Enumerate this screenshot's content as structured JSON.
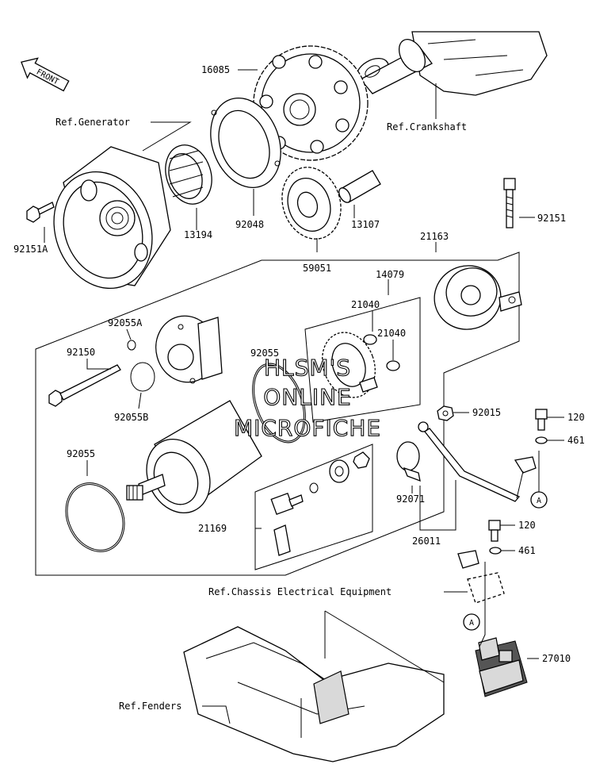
{
  "front_badge": "FRONT",
  "watermark": [
    "HLSM'S",
    "ONLINE",
    "MICROFICHE"
  ],
  "labels": {
    "p16085": "16085",
    "ref_generator": "Ref.Generator",
    "ref_crankshaft": "Ref.Crankshaft",
    "p92151A": "92151A",
    "p13194": "13194",
    "p92048": "92048",
    "p13107": "13107",
    "p59051": "59051",
    "p92151": "92151",
    "p21163": "21163",
    "p14079": "14079",
    "p21040a": "21040",
    "p21040b": "21040",
    "p92055A": "92055A",
    "p92150": "92150",
    "p92055": "92055",
    "p92055B": "92055B",
    "p92015": "92015",
    "p120a": "120",
    "p461a": "461",
    "p92055b": "92055",
    "p92071": "92071",
    "pA1": "A",
    "p21169": "21169",
    "p26011": "26011",
    "p120b": "120",
    "p461b": "461",
    "ref_chassis": "Ref.Chassis Electrical Equipment",
    "pA2": "A",
    "p27010": "27010",
    "ref_fenders": "Ref.Fenders"
  }
}
